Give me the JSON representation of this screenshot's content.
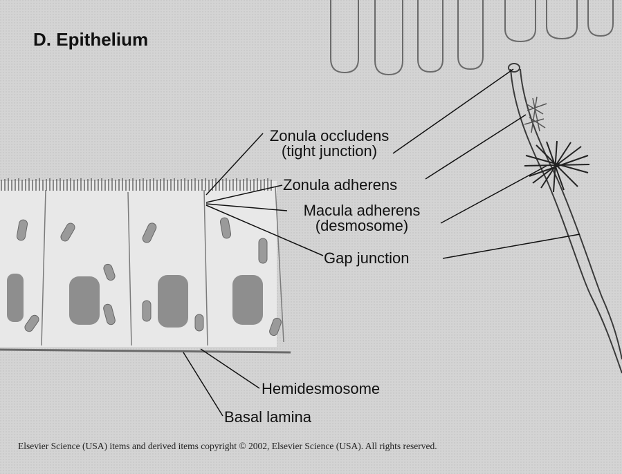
{
  "title": "D. Epithelium",
  "labels": {
    "zonula_occludens": "Zonula occludens",
    "tight_junction": "(tight junction)",
    "zonula_adherens": "Zonula adherens",
    "macula_adherens": "Macula adherens",
    "desmosome": "(desmosome)",
    "gap_junction": "Gap junction",
    "hemidesmosome": "Hemidesmosome",
    "basal_lamina": "Basal lamina"
  },
  "copyright": "Elsevier Science (USA) items and derived items copyright © 2002, Elsevier Science (USA). All rights reserved.",
  "colors": {
    "background": "#d9d9d9",
    "cell": "#e6e6e6",
    "nucleus": "#8e8e8e",
    "mitochondria": "#9a9a9a",
    "leader": "#111111"
  }
}
